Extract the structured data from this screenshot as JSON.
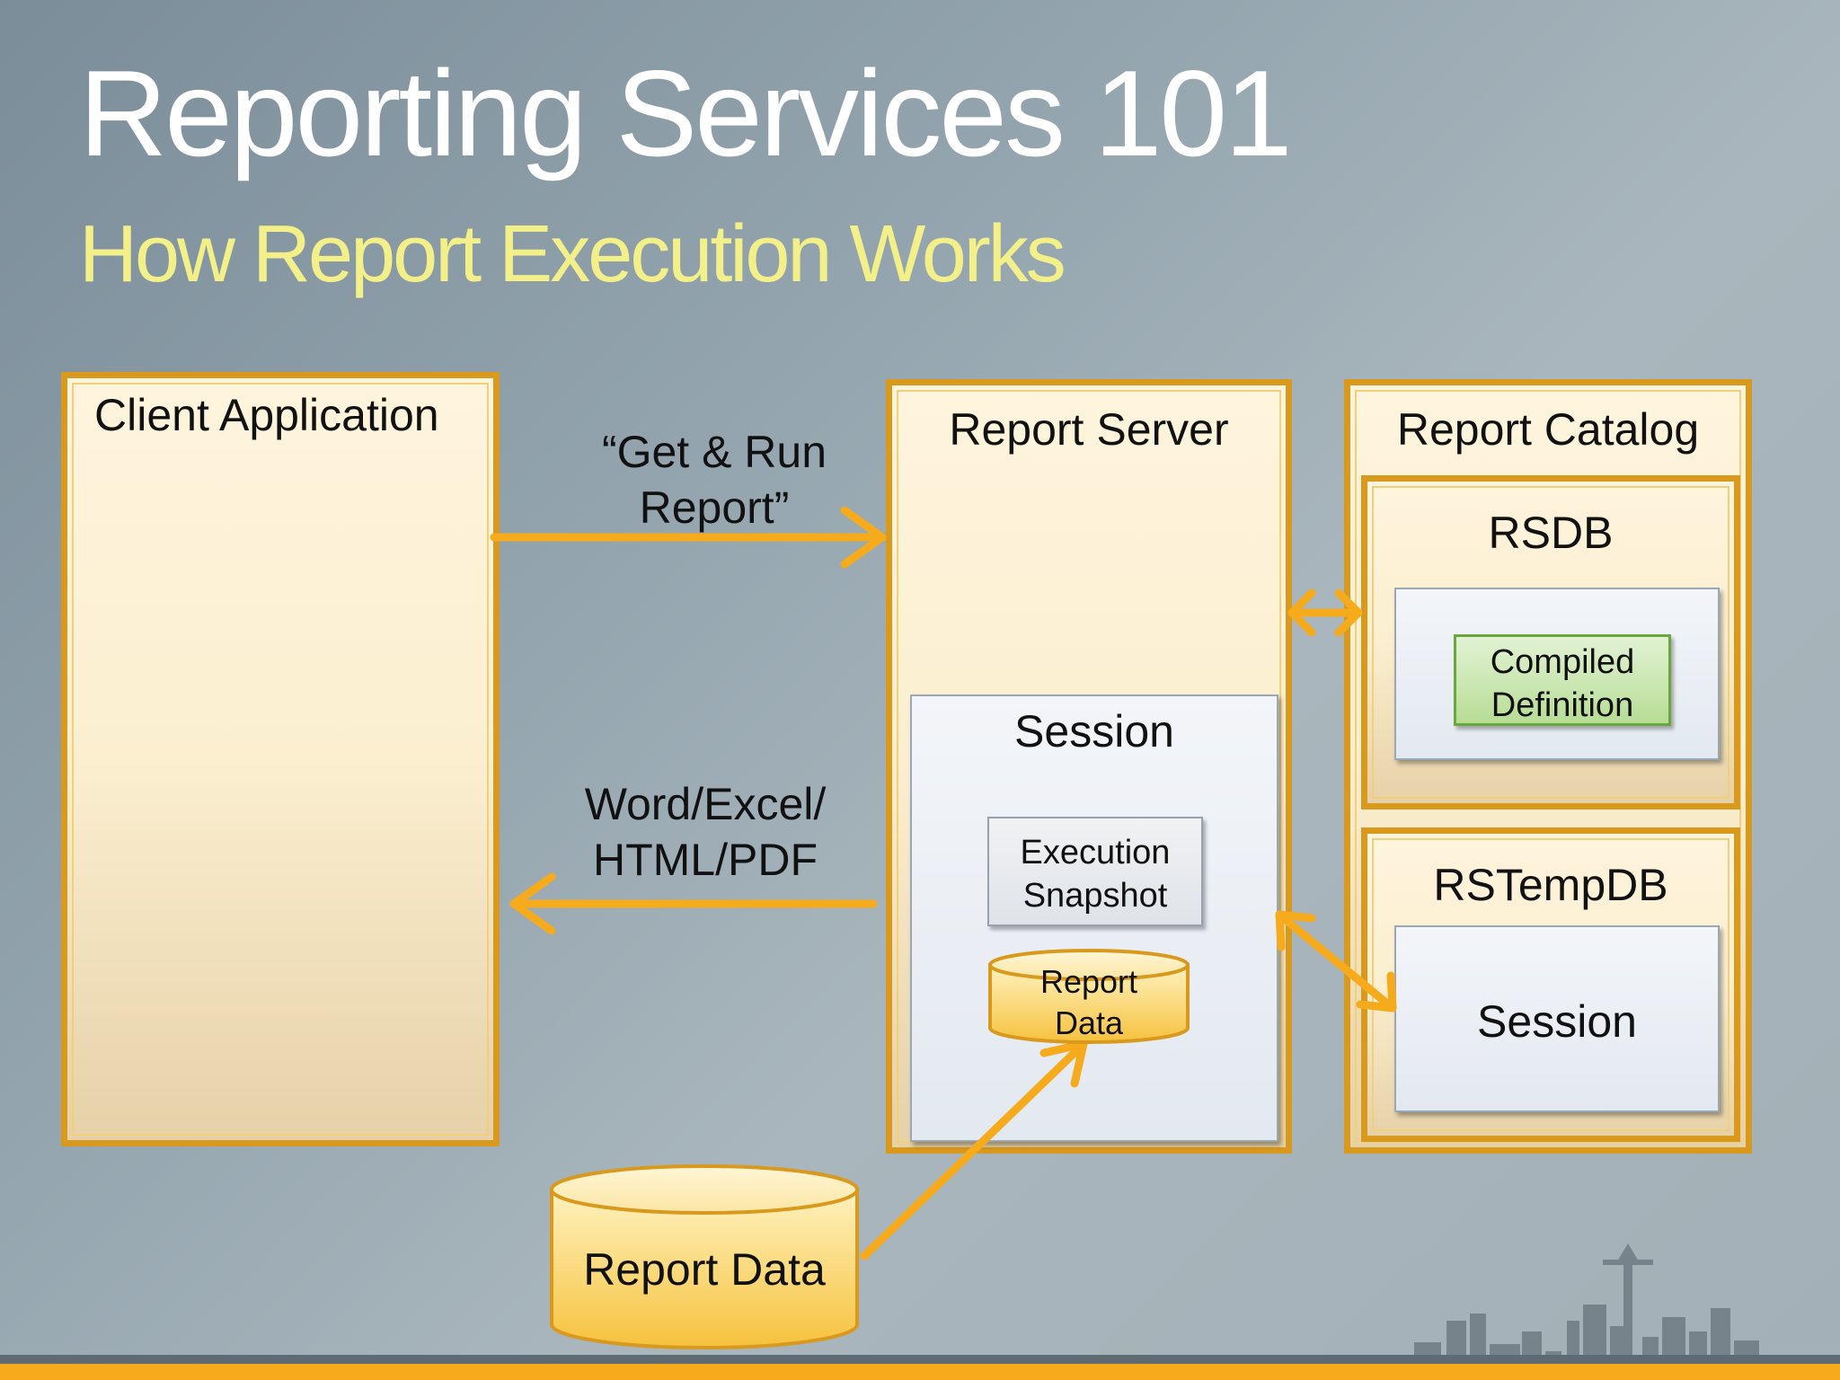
{
  "slide": {
    "title": "Reporting Services 101",
    "subtitle": "How Report Execution Works"
  },
  "client": {
    "label": "Client Application"
  },
  "server": {
    "label": "Report Server",
    "session_label": "Session",
    "execution_snapshot": [
      "Execution",
      "Snapshot"
    ],
    "report_data": [
      "Report",
      "Data"
    ]
  },
  "catalog": {
    "label": "Report Catalog",
    "rsdb": {
      "label": "RSDB",
      "compiled_definition": [
        "Compiled",
        "Definition"
      ]
    },
    "rstempdb": {
      "label": "RSTempDB",
      "session_label": "Session"
    }
  },
  "flows": {
    "request": [
      "“Get & Run",
      "Report”"
    ],
    "response": [
      "Word/Excel/",
      "HTML/PDF"
    ]
  },
  "data_source": {
    "label": "Report Data"
  },
  "colors": {
    "accent_orange": "#f5ab1c",
    "panel_border": "#d9991c",
    "subtitle_yellow": "#f3f08a",
    "definition_green": "#6aa73f"
  }
}
